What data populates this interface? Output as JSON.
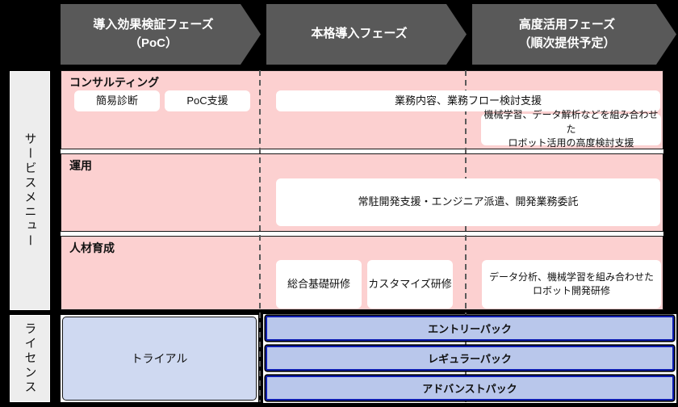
{
  "phases": [
    {
      "label": "導入効果検証フェーズ\n（PoC）"
    },
    {
      "label": "本格導入フェーズ"
    },
    {
      "label": "高度活用フェーズ\n（順次提供予定）"
    }
  ],
  "sidebar": {
    "service_menu": "サービスメニュー",
    "license": "ライセンス"
  },
  "service_rows": [
    {
      "label": "コンサルティング",
      "boxes": [
        "簡易診断",
        "PoC支援",
        "業務内容、業務フロー検討支援",
        "機械学習、データ解析などを組み合わせた\nロボット活用の高度検討支援"
      ]
    },
    {
      "label": "運用",
      "boxes": [
        "常駐開発支援・エンジニア派遣、開発業務委託"
      ]
    },
    {
      "label": "人材育成",
      "boxes": [
        "総合基礎研修",
        "カスタマイズ研修",
        "データ分析、機械学習を組み合わせた\nロボット開発研修"
      ]
    }
  ],
  "license": {
    "trial": "トライアル",
    "packs": [
      "エントリーパック",
      "レギュラーパック",
      "アドバンストパック"
    ]
  },
  "colors": {
    "bg": "#000000",
    "arrow": "#595959",
    "pink": "#fcd0d0",
    "side": "#ededed",
    "trial": "#cfd9f1",
    "pack": "#b9c7eb",
    "packline": "#0d1cb0",
    "dash": "#5a5a5a"
  }
}
